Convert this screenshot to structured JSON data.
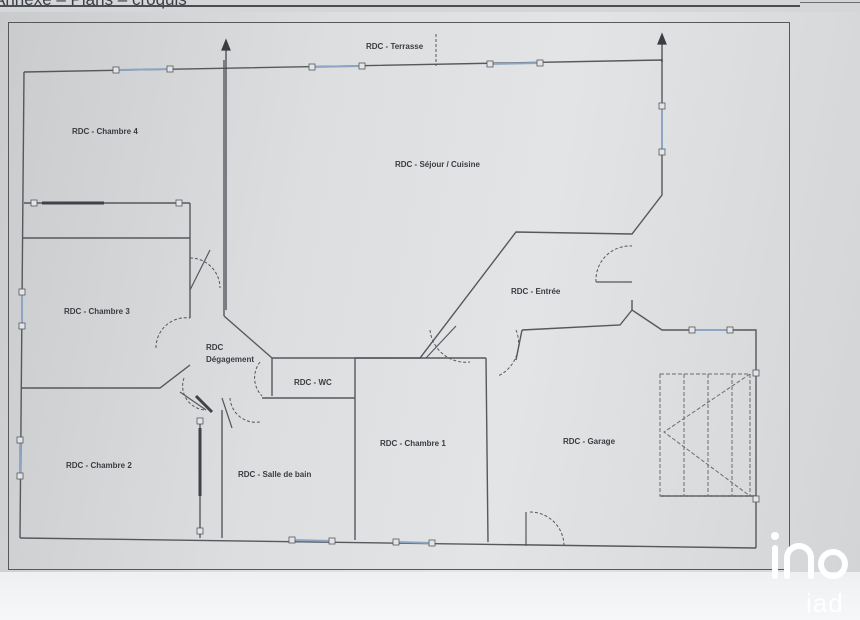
{
  "header": {
    "title": "Annexe – Plans – croquis"
  },
  "rooms": [
    {
      "id": "terrasse",
      "label": "RDC - Terrasse"
    },
    {
      "id": "chambre4",
      "label": "RDC - Chambre 4"
    },
    {
      "id": "sejour",
      "label": "RDC - Séjour / Cuisine"
    },
    {
      "id": "entree",
      "label": "RDC - Entrée"
    },
    {
      "id": "chambre3",
      "label": "RDC - Chambre 3"
    },
    {
      "id": "degagement",
      "label": "RDC",
      "label2": "Dégagement"
    },
    {
      "id": "wc",
      "label": "RDC - WC"
    },
    {
      "id": "chambre1",
      "label": "RDC - Chambre 1"
    },
    {
      "id": "garage",
      "label": "RDC - Garage"
    },
    {
      "id": "chambre2",
      "label": "RDC - Chambre 2"
    },
    {
      "id": "sdb",
      "label": "RDC - Salle de bain"
    }
  ],
  "logo": {
    "brand_icon": "iad-logo-icon",
    "text": "iad"
  },
  "colors": {
    "wall": "#55585d",
    "label": "#3a3d42",
    "window": "#8fa6c2",
    "logo": "#ffffff"
  }
}
